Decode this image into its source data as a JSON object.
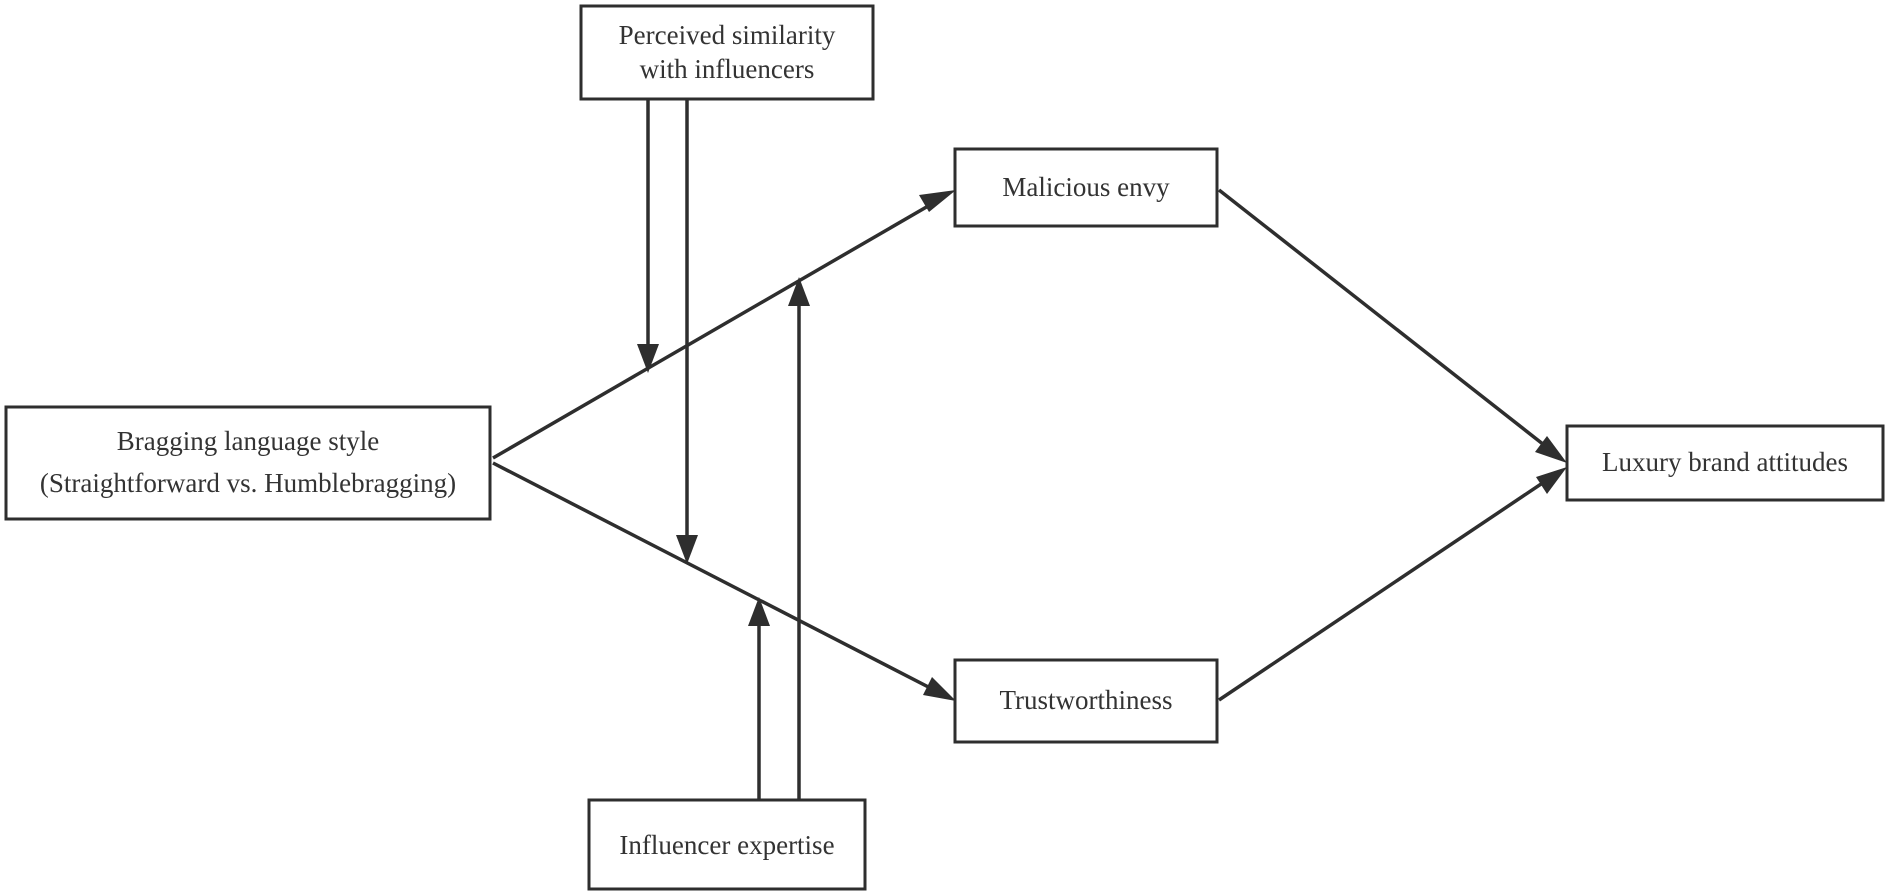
{
  "diagram": {
    "type": "conceptual-model",
    "nodes": {
      "similarity": {
        "lines": [
          "Perceived similarity",
          "with influencers"
        ]
      },
      "bragging": {
        "lines": [
          "Bragging language style",
          "(Straightforward vs. Humblebragging)"
        ]
      },
      "envy": {
        "lines": [
          "Malicious envy"
        ]
      },
      "trust": {
        "lines": [
          "Trustworthiness"
        ]
      },
      "luxury": {
        "lines": [
          "Luxury brand attitudes"
        ]
      },
      "expertise": {
        "lines": [
          "Influencer expertise"
        ]
      }
    },
    "edges": [
      {
        "from": "bragging",
        "to": "envy"
      },
      {
        "from": "bragging",
        "to": "trust"
      },
      {
        "from": "envy",
        "to": "luxury"
      },
      {
        "from": "trust",
        "to": "luxury"
      },
      {
        "from": "similarity",
        "to": "bragging-envy",
        "kind": "moderation"
      },
      {
        "from": "similarity",
        "to": "bragging-trust",
        "kind": "moderation"
      },
      {
        "from": "expertise",
        "to": "bragging-envy",
        "kind": "moderation"
      },
      {
        "from": "expertise",
        "to": "bragging-trust",
        "kind": "moderation"
      }
    ]
  }
}
